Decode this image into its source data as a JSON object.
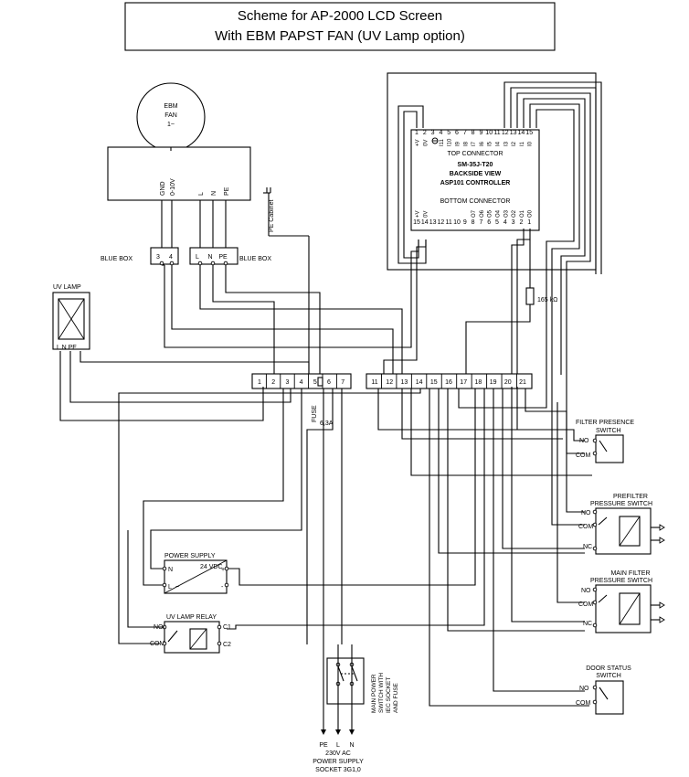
{
  "title": {
    "line1": "Scheme for AP-2000 LCD Screen",
    "line2": "With EBM PAPST FAN (UV Lamp option)"
  },
  "fan": {
    "label1": "EBM",
    "label2": "FAN",
    "label3": "1~",
    "pin_gnd": "GND",
    "pin_signal": "0-10V",
    "pin_l": "L",
    "pin_n": "N",
    "pin_pe": "PE"
  },
  "pe_cabinet": "PE Cabinet",
  "blue_box_left": {
    "label": "BLUE BOX",
    "pins": [
      "3",
      "4"
    ]
  },
  "blue_box_right": {
    "label": "BLUE BOX",
    "pins": [
      "L",
      "N",
      "PE"
    ]
  },
  "uv_lamp": {
    "label": "UV LAMP",
    "pins": "L  N PE"
  },
  "controller": {
    "top_pins": [
      "1",
      "2",
      "3",
      "4",
      "5",
      "6",
      "7",
      "8",
      "9",
      "10",
      "11",
      "12",
      "13",
      "14",
      "15"
    ],
    "top_signals": [
      "+V",
      "0V",
      "",
      "I11",
      "I10",
      "I9",
      "I8",
      "I7",
      "I6",
      "I5",
      "I4",
      "I3",
      "I2",
      "I1",
      "I0"
    ],
    "top_connector": "TOP CONNECTOR",
    "model": "SM-35J-T20",
    "view": "BACKSIDE VIEW",
    "name": "ASP101 CONTROLLER",
    "bottom_connector": "BOTTOM CONNECTOR",
    "bottom_signals": [
      "+V",
      "0V",
      "",
      "",
      "",
      "",
      "",
      "O7",
      "O6",
      "O5",
      "O4",
      "O3",
      "O2",
      "O1",
      "O0"
    ],
    "bottom_pins": [
      "15",
      "14",
      "13",
      "12",
      "11",
      "10",
      "9",
      "8",
      "7",
      "6",
      "5",
      "4",
      "3",
      "2",
      "1"
    ]
  },
  "resistor": "165 kΩ",
  "terminals": {
    "left": [
      "1",
      "2",
      "3",
      "4",
      "5",
      "6",
      "7"
    ],
    "right": [
      "11",
      "12",
      "13",
      "14",
      "15",
      "16",
      "17",
      "18",
      "19",
      "20",
      "21"
    ]
  },
  "fuse": {
    "label": "FUSE",
    "value": "6,3A"
  },
  "filter_presence": {
    "title1": "FILTER  PRESENCE",
    "title2": "SWITCH",
    "no": "NO",
    "com": "COM"
  },
  "prefilter": {
    "title1": "PREFILTER",
    "title2": "PRESSURE SWITCH",
    "no": "NO",
    "com": "COM",
    "nc": "NC"
  },
  "main_filter": {
    "title1": "MAIN FILTER",
    "title2": "PRESSURE SWITCH",
    "no": "NO",
    "com": "COM",
    "nc": "NC"
  },
  "door_status": {
    "title1": "DOOR  STATUS",
    "title2": "SWITCH",
    "no": "NO",
    "com": "COM"
  },
  "power_supply": {
    "label": "POWER SUPPLY",
    "voltage": "24 VDC",
    "n": "N",
    "l": "L",
    "tilde": "~",
    "plus": "+",
    "minus": "-"
  },
  "uv_relay": {
    "label": "UV LAMP RELAY",
    "no": "NO",
    "com": "COM",
    "c1": "C1",
    "c2": "C2"
  },
  "main_switch": {
    "line1": "MAIN POWER",
    "line2": "SWITCH WITH",
    "line3": "IEC SOCKET",
    "line4": "AND FUSE"
  },
  "supply": {
    "pe": "PE",
    "l": "L",
    "n": "N",
    "line1": "230V AC",
    "line2": "POWER SUPPLY",
    "line3": "SOCKET 3G1,0"
  }
}
